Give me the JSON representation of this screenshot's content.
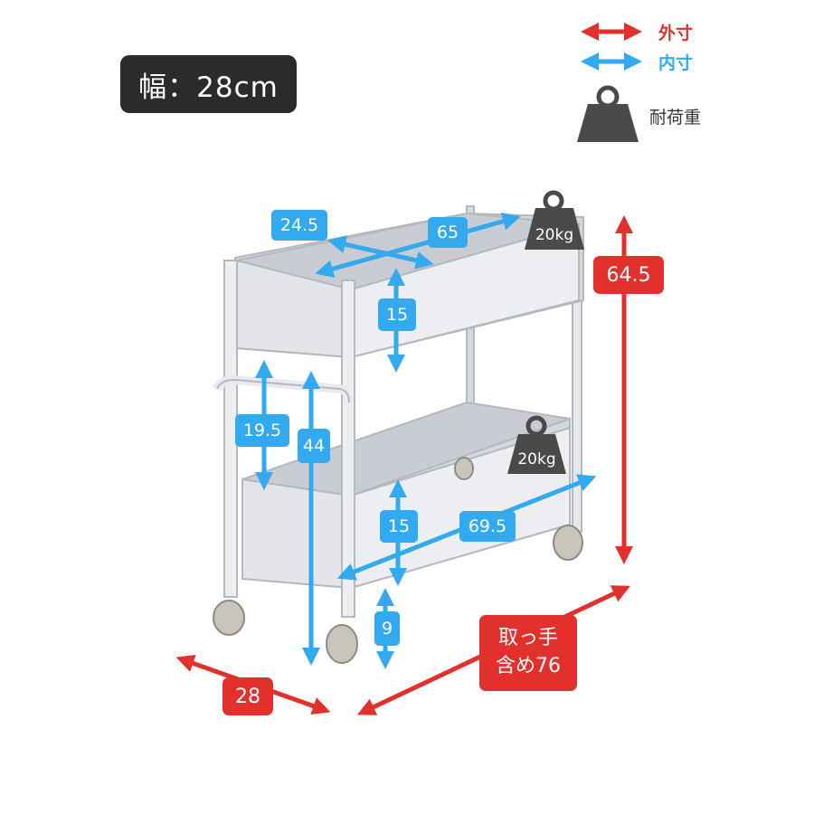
{
  "width_badge": "幅：28cm",
  "legend": {
    "outer_label": "外寸",
    "inner_label": "内寸",
    "load_label": "耐荷重",
    "outer_color": "#e2312c",
    "inner_color": "#33aaf0"
  },
  "inner_dims": {
    "top_depth": "24.5",
    "top_width": "65",
    "top_height": "15",
    "gap_height": "19.5",
    "handle_height": "44",
    "bottom_height": "15",
    "bottom_width": "69.5",
    "floor_clearance": "9"
  },
  "outer_dims": {
    "total_height": "64.5",
    "depth": "28",
    "width_line1": "取っ手",
    "width_line2": "含め76"
  },
  "loads": {
    "top_shelf": "20kg",
    "bottom_shelf": "20kg"
  }
}
